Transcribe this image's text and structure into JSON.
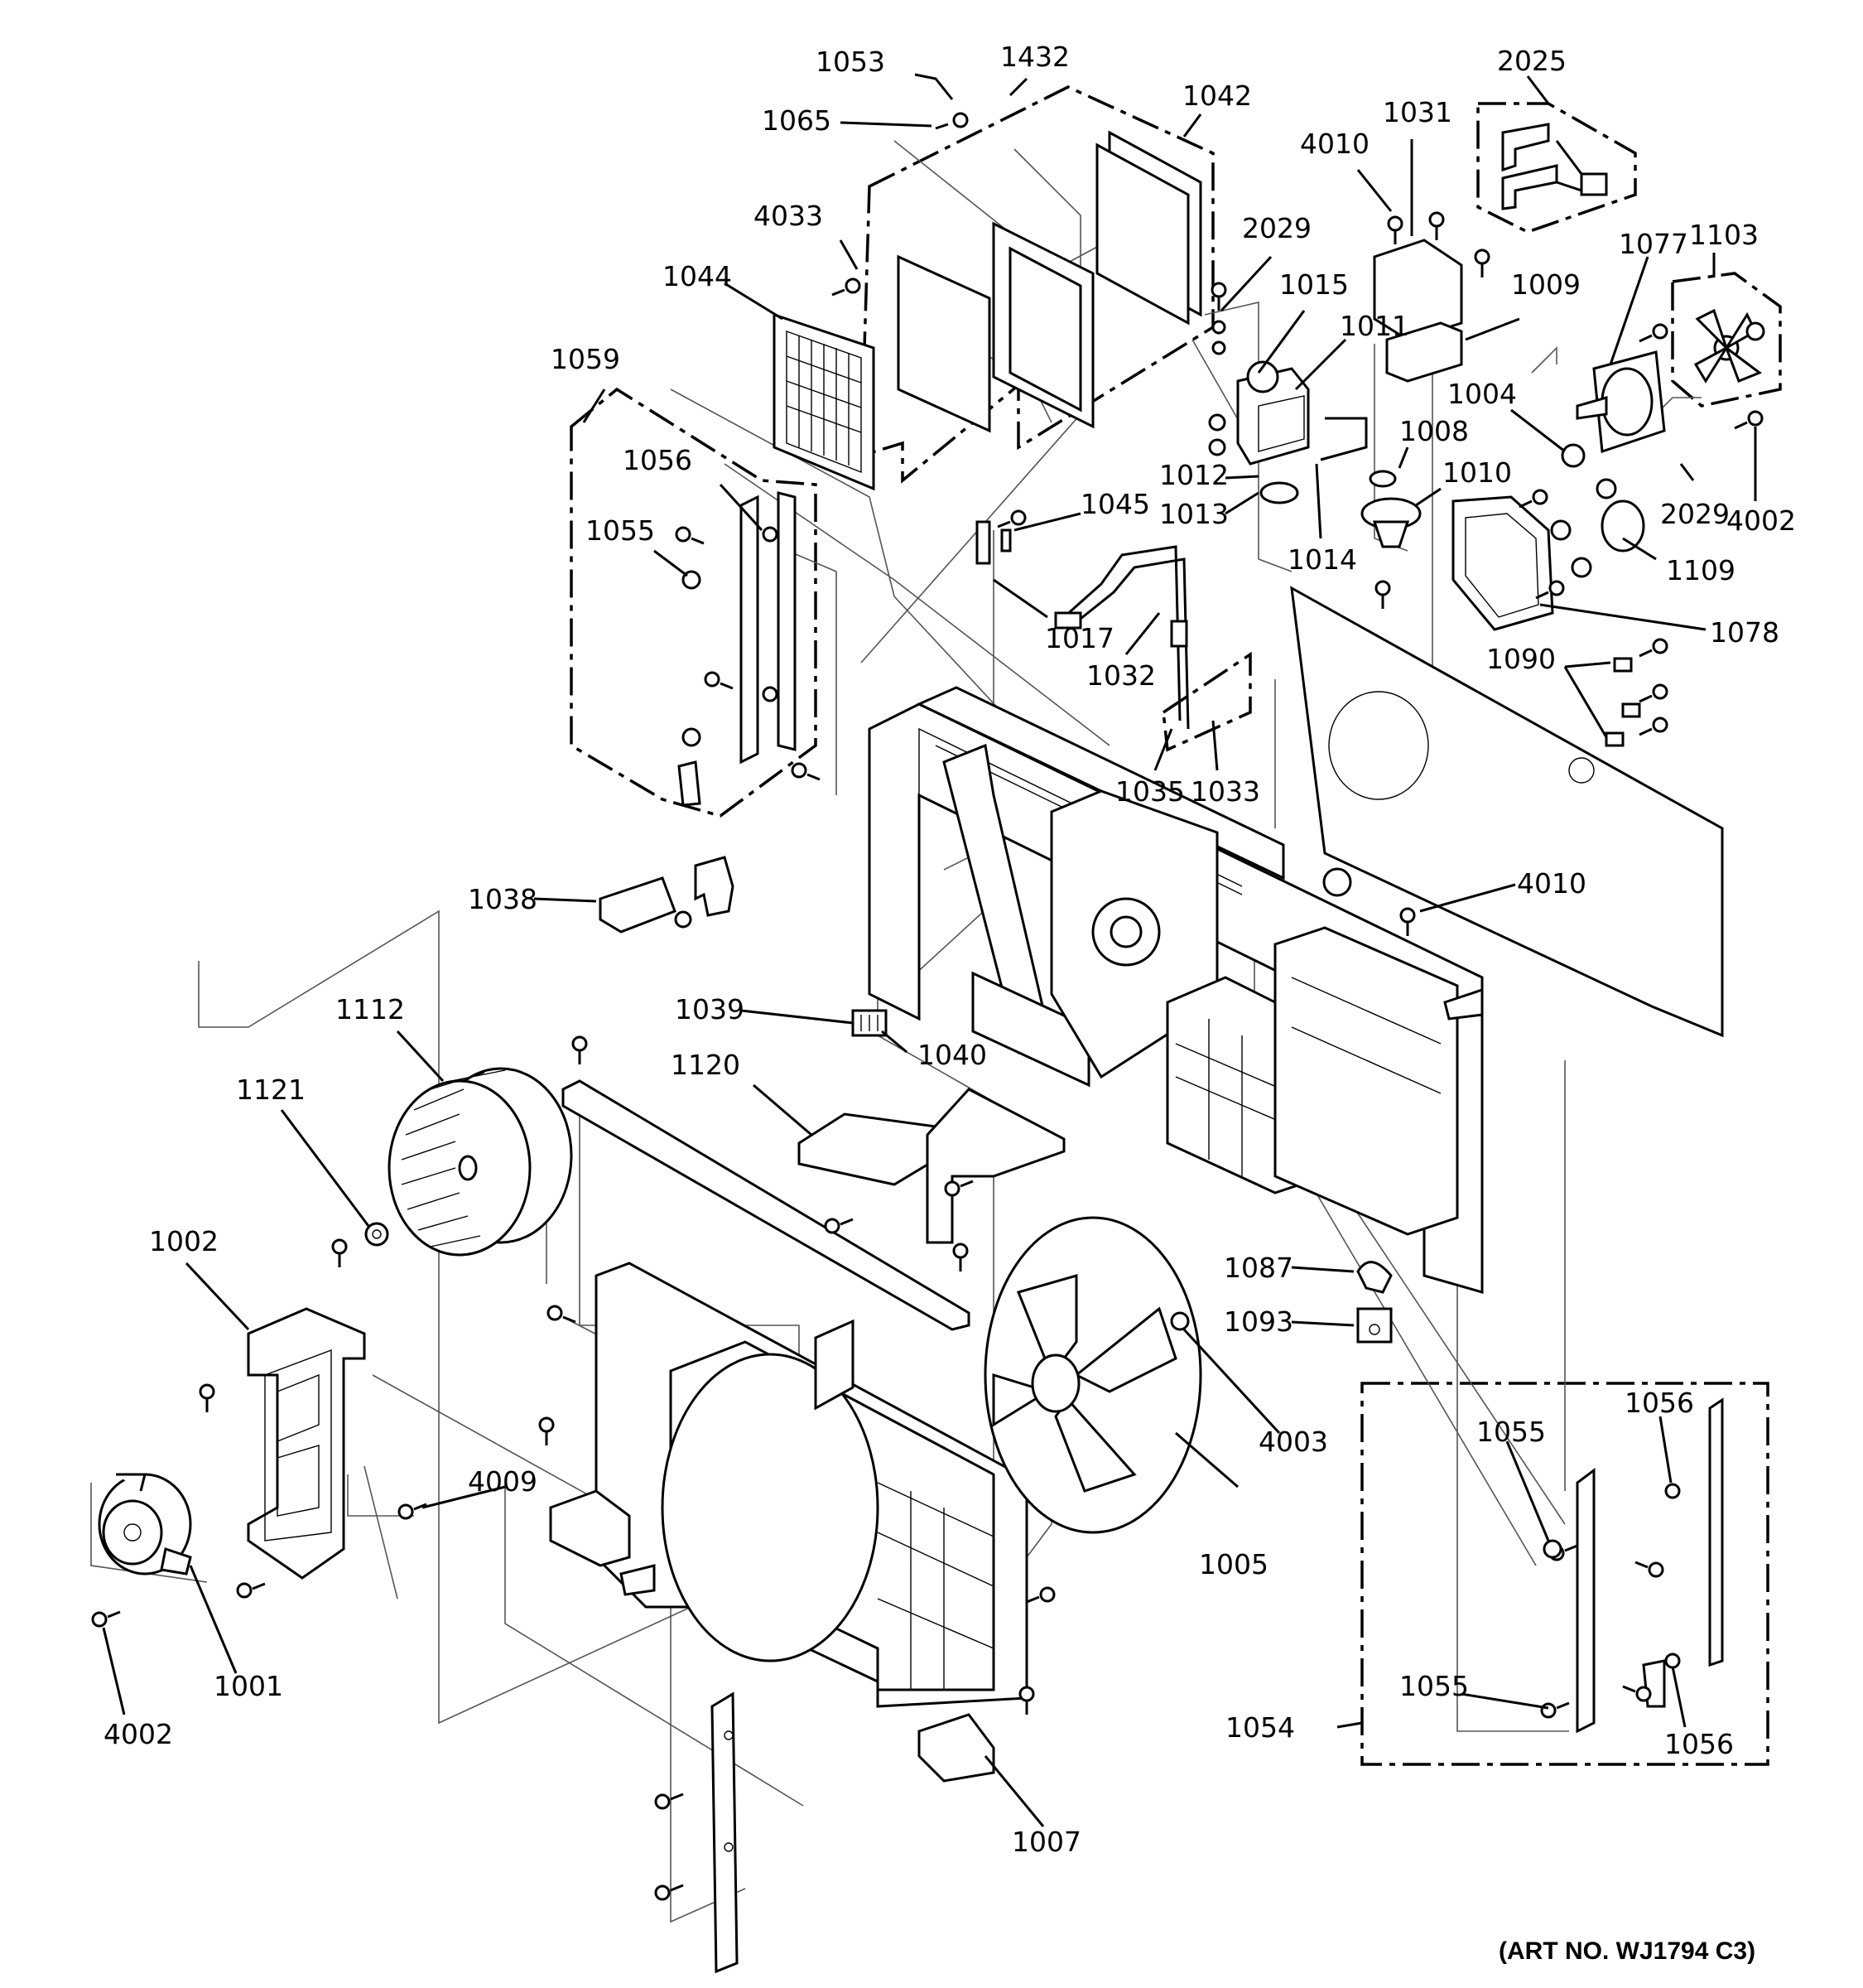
{
  "labels": [
    "1053",
    "1432",
    "1065",
    "1042",
    "2025",
    "4010",
    "1031",
    "4033",
    "2029",
    "1077",
    "1103",
    "1044",
    "1015",
    "1009",
    "1011",
    "1059",
    "1004",
    "1008",
    "1056",
    "1012",
    "1010",
    "1013",
    "1045",
    "1055",
    "1014",
    "2029",
    "4002",
    "1109",
    "1078",
    "1017",
    "1032",
    "1090",
    "1035",
    "1033",
    "1038",
    "4010",
    "1039",
    "1112",
    "1040",
    "1120",
    "1121",
    "1002",
    "1087",
    "1093",
    "4003",
    "4009",
    "1055",
    "1056",
    "1005",
    "1001",
    "1055",
    "1054",
    "1056",
    "4002",
    "1007",
    "1056",
    "1055"
  ],
  "art_number": "(ART NO. WJ1794 C3)"
}
